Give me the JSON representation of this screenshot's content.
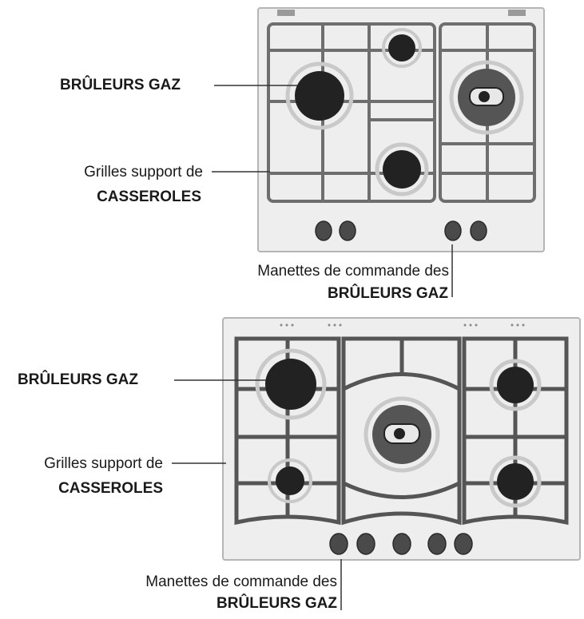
{
  "diagram1": {
    "label_burners": "BRÛLEURS GAZ",
    "label_grids_line1": "Grilles support de",
    "label_grids_line2": "CASSEROLES",
    "label_controls_line1": "Manettes de commande des",
    "label_controls_line2": "BRÛLEURS GAZ"
  },
  "diagram2": {
    "label_burners": "BRÛLEURS GAZ",
    "label_grids_line1": "Grilles support de",
    "label_grids_line2": "CASSEROLES",
    "label_controls_line1": "Manettes de commande des",
    "label_controls_line2": "BRÛLEURS GAZ"
  },
  "colors": {
    "hob_surface": "#eeeeee",
    "hob_border": "#b5b5b5",
    "grid": "#6e6e6e",
    "burner": "#222222",
    "leader_line": "#333333"
  }
}
